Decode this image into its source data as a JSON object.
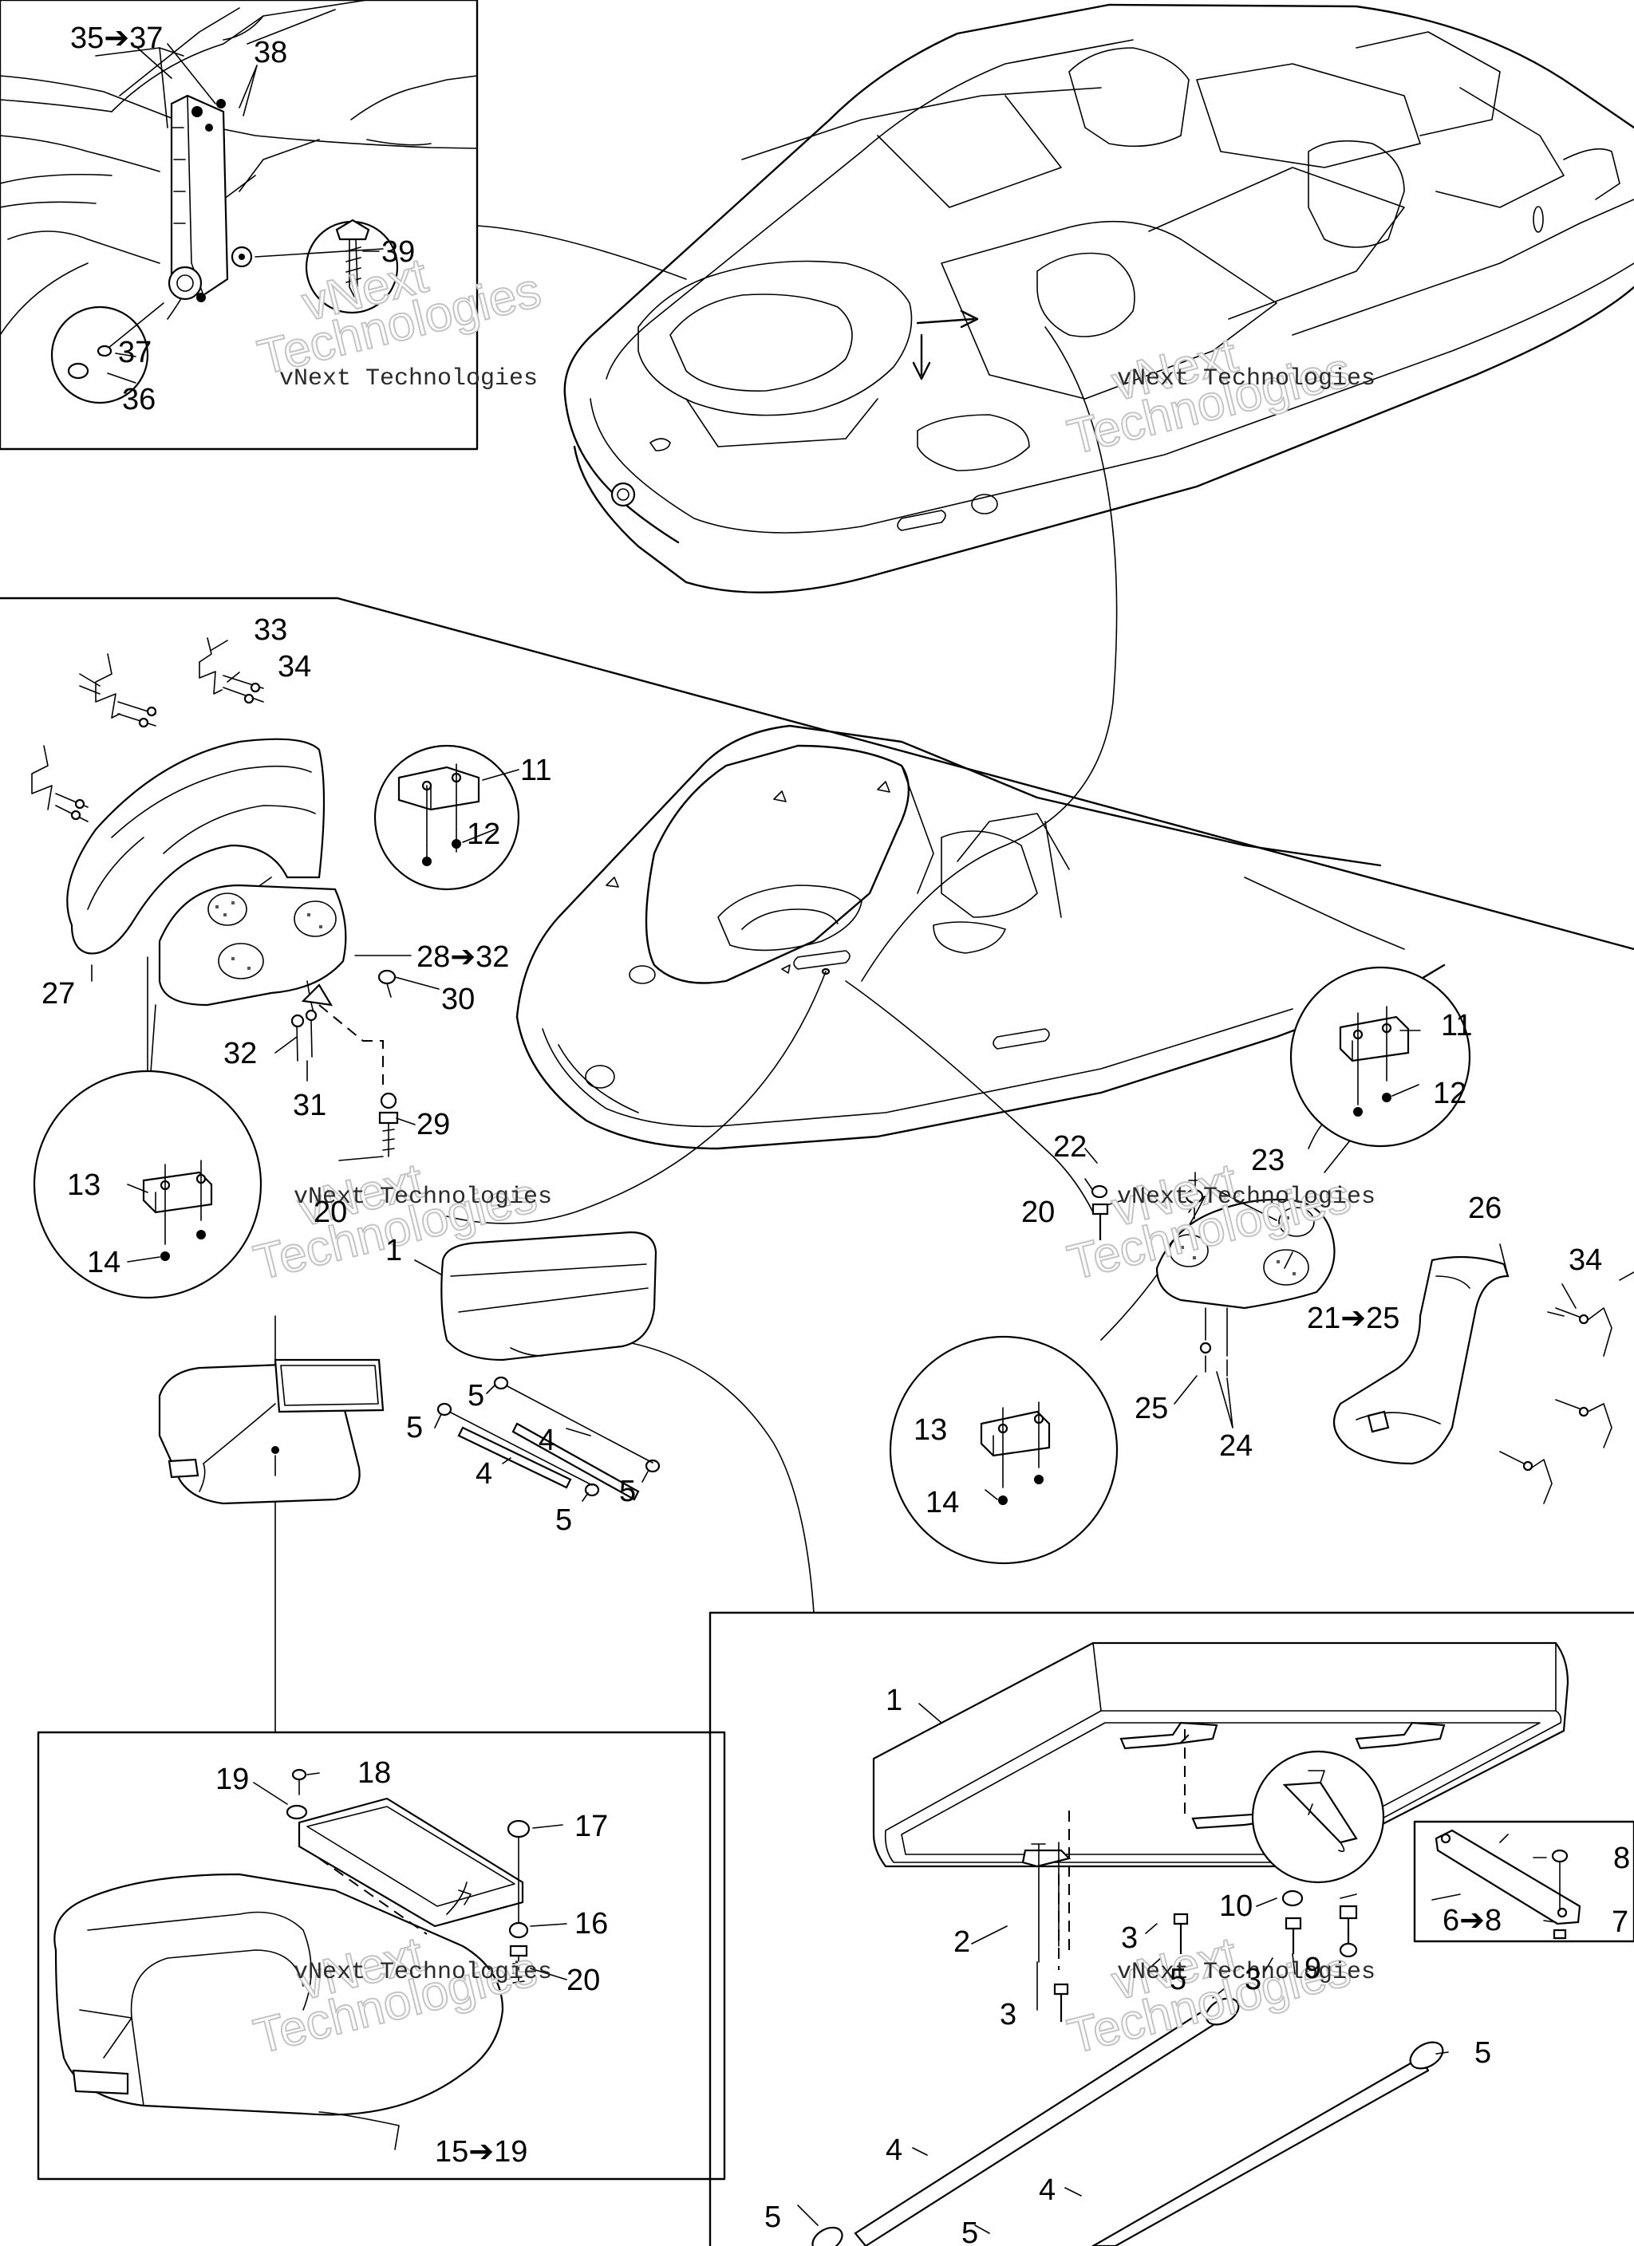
{
  "watermark": {
    "brand_line": "vNext Technologies",
    "top_word": "vNext",
    "bottom_word": "Technologies"
  },
  "callouts": {
    "c35_37": "35➔37",
    "c38": "38",
    "c39": "39",
    "c37": "37",
    "c36": "36",
    "c33": "33",
    "c34_left": "34",
    "c11_left": "11",
    "c12_left": "12",
    "c27": "27",
    "c28_32": "28➔32",
    "c30": "30",
    "c32": "32",
    "c31": "31",
    "c29": "29",
    "c20_left": "20",
    "c13_left": "13",
    "c14_left": "14",
    "c1_top": "1",
    "c5_a": "5",
    "c5_b": "5",
    "c4_a": "4",
    "c4_b": "4",
    "c5_c": "5",
    "c5_d": "5",
    "c11_right": "11",
    "c12_right": "12",
    "c22": "22",
    "c23": "23",
    "c20_mid": "20",
    "c26": "26",
    "c34_right": "34",
    "c21_25": "21➔25",
    "c25": "25",
    "c24": "24",
    "c13_right": "13",
    "c14_right": "14",
    "c19": "19",
    "c18": "18",
    "c17": "17",
    "c16": "16",
    "c20_bottom": "20",
    "c15_19": "15➔19",
    "c1_box": "1",
    "c8": "8",
    "c6_8": "6➔8",
    "c7": "7",
    "c2": "2",
    "c3_a": "3",
    "c10": "10",
    "c3_b": "3",
    "c9": "9",
    "c3_c": "3",
    "c5_e": "5",
    "c5_f": "5",
    "c4_c": "4",
    "c4_d": "4",
    "c5_g": "5",
    "c5_h": "5"
  }
}
